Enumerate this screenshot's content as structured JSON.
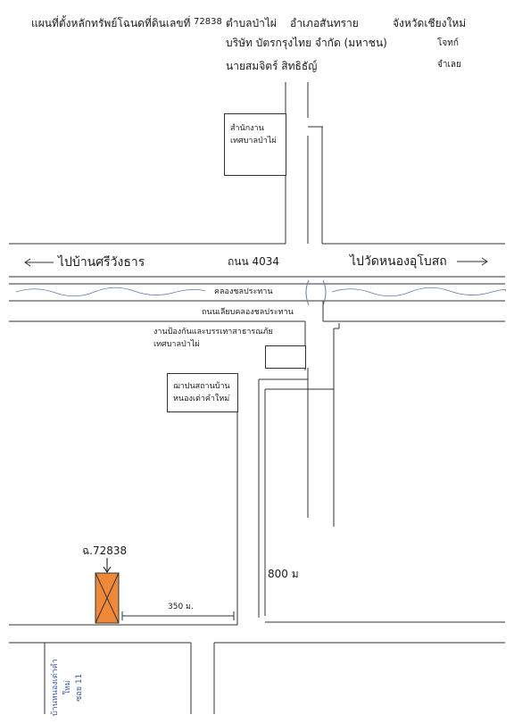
{
  "header": {
    "title": "แผนที่ตั้งหลักทรัพย์โฉนดที่ดินเลขที่",
    "deed_number": "72838",
    "tambon": "ตำบลป่าไผ่",
    "amphoe": "อำเภอสันทราย",
    "changwat": "จังหวัดเชียงใหม่",
    "company": "บริษัท บัตรกรุงไทย จำกัด (มหาชน)",
    "role_plaintiff": "โจทก์",
    "defendant_name": "นายสมจิตร์ สิทธิธัญ์",
    "role_defendant": "จำเลย"
  },
  "places": {
    "municipal_office": "สำนักงาน\nเทศบาลป่าไผ่",
    "disaster_unit": "งานป้องกันและบรรเทาสาธารณภัย\nเทศบาลป่าไผ่",
    "crematorium": "ฌาปนสถานบ้าน\nหนองเต่าคำใหม่",
    "land_plot": "ฉ.72838",
    "village_sign": "บ้านหนองเต่าคำใหม่\nซอย 11"
  },
  "roads": {
    "left_direction": "ไปบ้านศรีวังธาร",
    "main_road": "ถนน 4034",
    "right_direction": "ไปวัดหนองอุโบสถ",
    "canal": "คลองชลประทาน",
    "canal_road": "ถนนเลียบคลองชลประทาน"
  },
  "distances": {
    "plot_to_lane": "350 ม.",
    "lane_length": "800 ม"
  },
  "colors": {
    "plot_fill": "#f0883a",
    "line": "#333333",
    "canal_wave": "#5a7fb0",
    "handwriting": "#3b5bb0"
  }
}
